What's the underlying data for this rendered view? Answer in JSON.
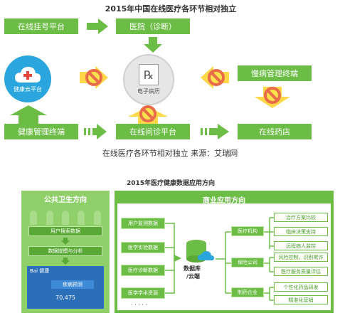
{
  "top": {
    "title": "2015年中国在线医疗各环节相对独立",
    "nodes": {
      "online_registration": "在线挂号平台",
      "hospital_diagnosis": "医院（诊断）",
      "health_cloud": "健康云平台",
      "emr": "电子病历",
      "chronic_terminal": "慢病管理终端",
      "health_terminal": "健康管理终端",
      "online_consult": "在线问诊平台",
      "online_pharmacy": "在线药店"
    },
    "rx_symbol": "℞",
    "caption": "在线医疗各环节相对独立 来源：艾瑞网"
  },
  "bottom": {
    "title": "2015年医疗健康数据应用方向",
    "left_panel": {
      "title": "公共卫生方向",
      "items": [
        "用户搜索数据",
        "数据提模与分析",
        "疾病预测"
      ],
      "app_logo": "Bai 健康",
      "app_number": "70,475"
    },
    "right_panel": {
      "title": "商业应用方向",
      "sources": [
        "用户监测数据",
        "医学实验数据",
        "医疗诊断数据",
        "医学学术资源"
      ],
      "db_label_1": "数据库",
      "db_label_2": "/云端",
      "mid": [
        "医疗机构",
        "保险公司",
        "制药企业"
      ],
      "outputs": [
        "治疗方案比较",
        "临床决策支持",
        "远程病人监控",
        "风险控制，识别欺诈",
        "医疗服务质量评估",
        "个性化药品研发",
        "精准化营销"
      ],
      "dots": "· · · · ·"
    }
  }
}
